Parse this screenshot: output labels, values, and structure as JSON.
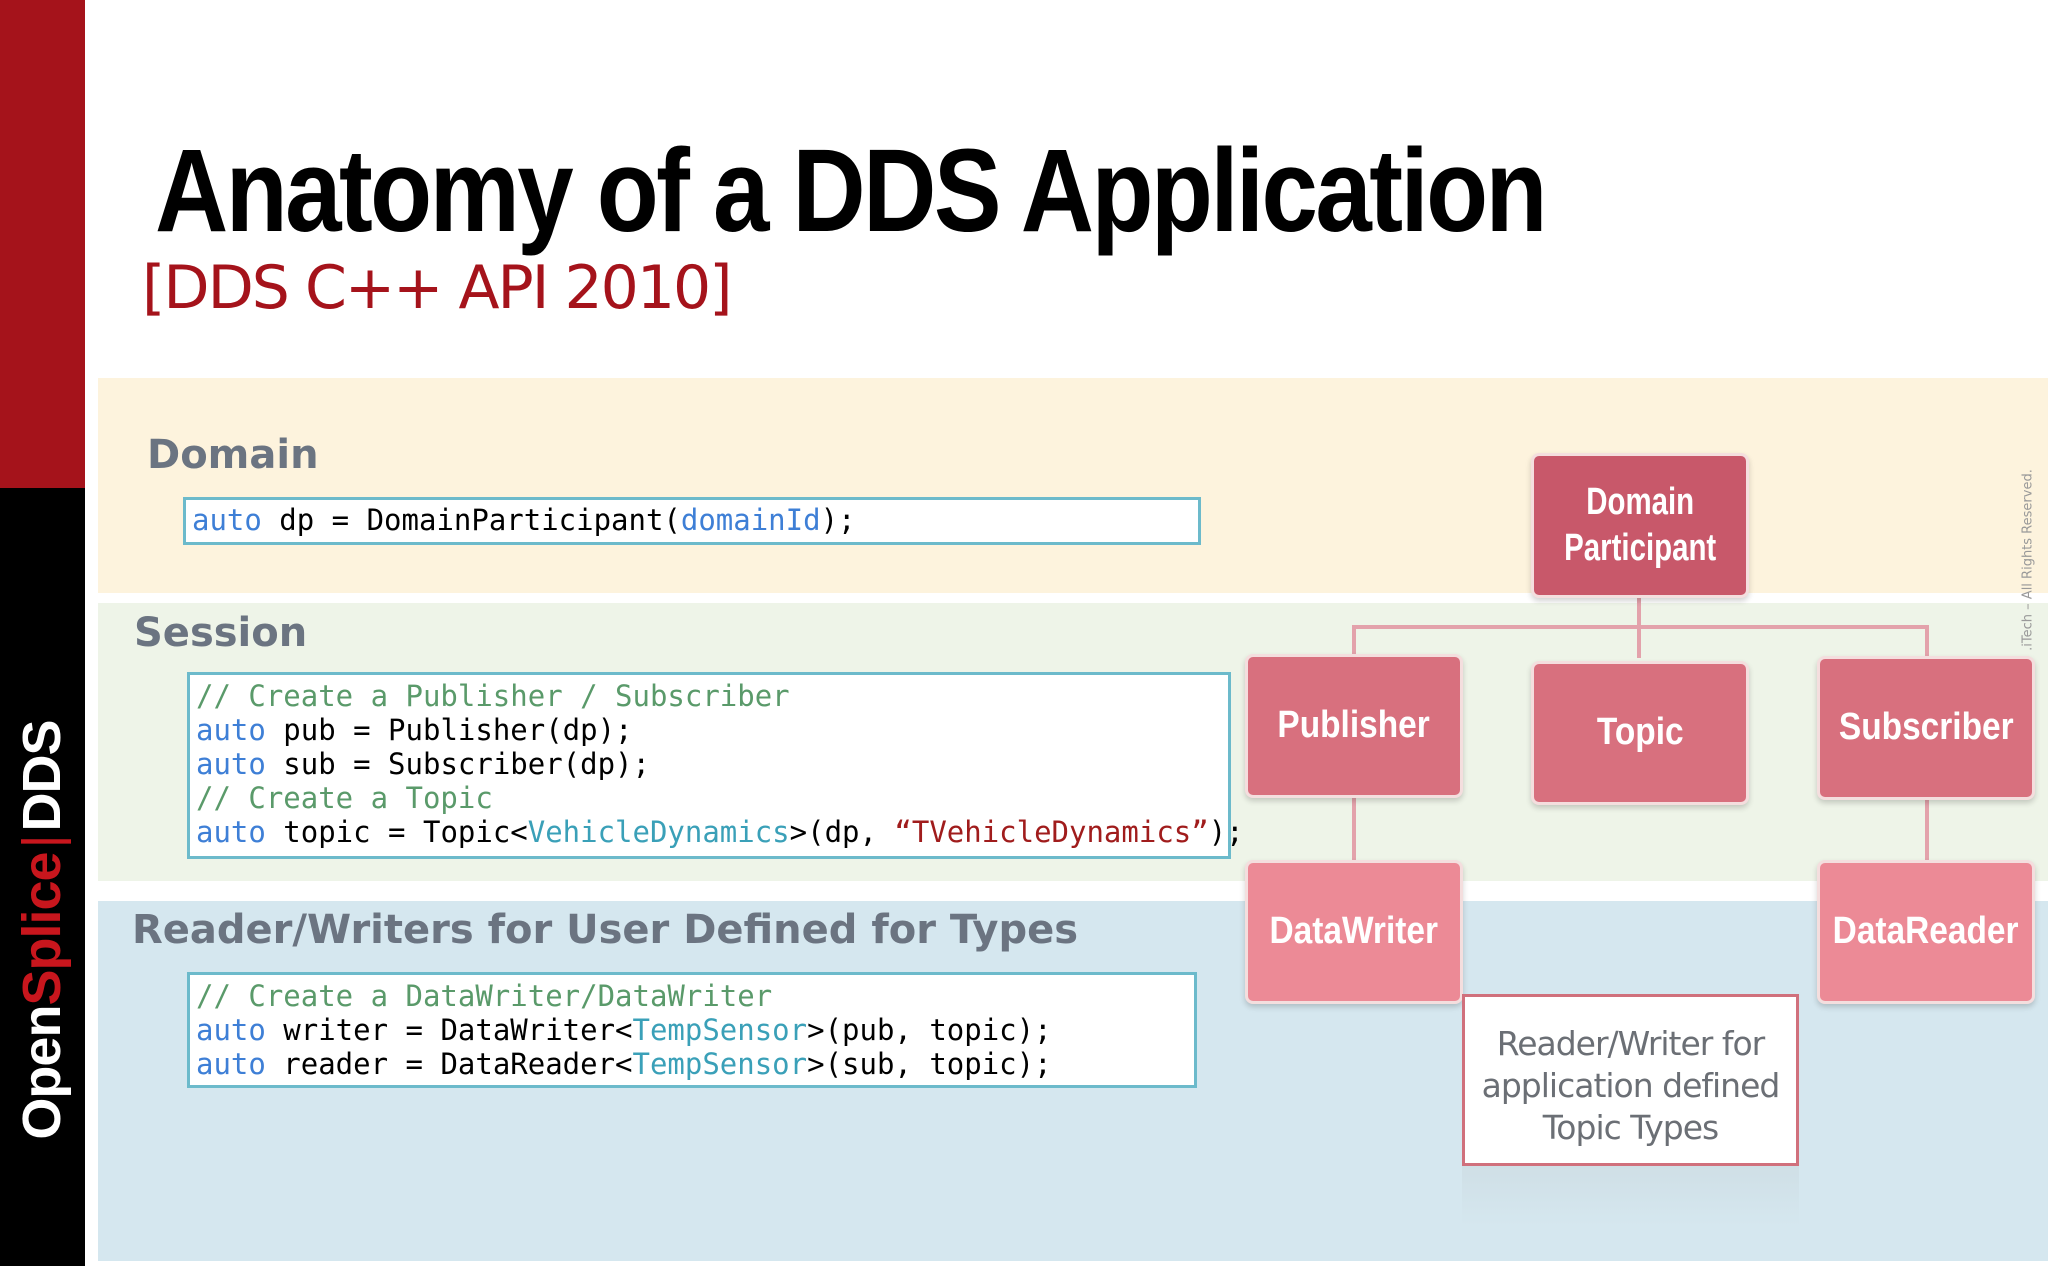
{
  "sidebar": {
    "brand_open": "Open",
    "brand_splice": "Splice",
    "brand_sep": "|",
    "brand_dds": "DDS"
  },
  "title": "Anatomy of a DDS Application",
  "subtitle": "[DDS C++ API 2010]",
  "sections": {
    "domain": {
      "label": "Domain",
      "code": [
        [
          {
            "t": "auto",
            "c": "kw"
          },
          {
            "t": " dp = DomainParticipant("
          },
          {
            "t": "domainId",
            "c": "kw"
          },
          {
            "t": ");"
          }
        ]
      ]
    },
    "session": {
      "label": "Session",
      "code": [
        [
          {
            "t": "// Create a Publisher / Subscriber",
            "c": "cm"
          }
        ],
        [
          {
            "t": "auto",
            "c": "kw"
          },
          {
            "t": " pub = Publisher(dp);"
          }
        ],
        [
          {
            "t": "auto",
            "c": "kw"
          },
          {
            "t": " sub = Subscriber(dp);"
          }
        ],
        [
          {
            "t": "// Create a Topic",
            "c": "cm"
          }
        ],
        [
          {
            "t": "auto",
            "c": "kw"
          },
          {
            "t": " topic = Topic<"
          },
          {
            "t": "VehicleDynamics",
            "c": "ty"
          },
          {
            "t": ">(dp, "
          },
          {
            "t": "“TVehicleDynamics”",
            "c": "st"
          },
          {
            "t": ");"
          }
        ]
      ]
    },
    "rw": {
      "label": "Reader/Writers for User Defined for Types",
      "code": [
        [
          {
            "t": "// Create a DataWriter/DataWriter",
            "c": "cm"
          }
        ],
        [
          {
            "t": "auto",
            "c": "kw"
          },
          {
            "t": " writer = DataWriter<"
          },
          {
            "t": "TempSensor",
            "c": "ty"
          },
          {
            "t": ">(pub, topic);"
          }
        ],
        [
          {
            "t": "auto",
            "c": "kw"
          },
          {
            "t": " reader = DataReader<"
          },
          {
            "t": "TempSensor",
            "c": "ty"
          },
          {
            "t": ">(sub, topic);"
          }
        ]
      ]
    }
  },
  "diagram": {
    "domain_participant": [
      "Domain",
      "Participant"
    ],
    "publisher": "Publisher",
    "topic": "Topic",
    "subscriber": "Subscriber",
    "datawriter": "DataWriter",
    "datareader": "DataReader",
    "note": [
      "Reader/Writer for",
      "application defined",
      "Topic Types"
    ]
  },
  "copyright": ".iTech – All Rights Reserved."
}
